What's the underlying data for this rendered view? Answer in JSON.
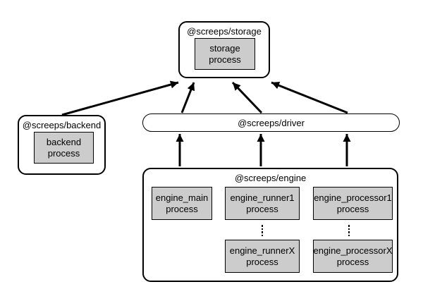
{
  "diagram_title": "screeps-architecture-diagram",
  "colors": {
    "background": "#ffffff",
    "node_border": "#000000",
    "node_fill": "#ffffff",
    "process_fill": "#cccccc",
    "arrow": "#000000",
    "text": "#000000"
  },
  "nodes": {
    "storage": {
      "title": "@screeps/storage",
      "process": {
        "label": "storage\nprocess"
      }
    },
    "backend": {
      "title": "@screeps/backend",
      "process": {
        "label": "backend\nprocess"
      }
    },
    "driver": {
      "title": "@screeps/driver"
    },
    "engine": {
      "title": "@screeps/engine",
      "processes": {
        "main": {
          "label": "engine_main\nprocess"
        },
        "runner1": {
          "label": "engine_runner1\nprocess"
        },
        "processor1": {
          "label": "engine_processor1\nprocess"
        },
        "runnerX": {
          "label": "engine_runnerX\nprocess"
        },
        "processorX": {
          "label": "engine_processorX\nprocess"
        }
      }
    }
  },
  "icons": {
    "ellipsis": "vertical-ellipsis-dots"
  },
  "arrows": [
    {
      "from": "backend",
      "to": "storage"
    },
    {
      "from": "driver-left",
      "to": "storage"
    },
    {
      "from": "driver-middle",
      "to": "storage"
    },
    {
      "from": "driver-right",
      "to": "storage"
    },
    {
      "from": "engine-main",
      "to": "driver"
    },
    {
      "from": "engine-runner",
      "to": "driver"
    },
    {
      "from": "engine-processor",
      "to": "driver"
    }
  ]
}
